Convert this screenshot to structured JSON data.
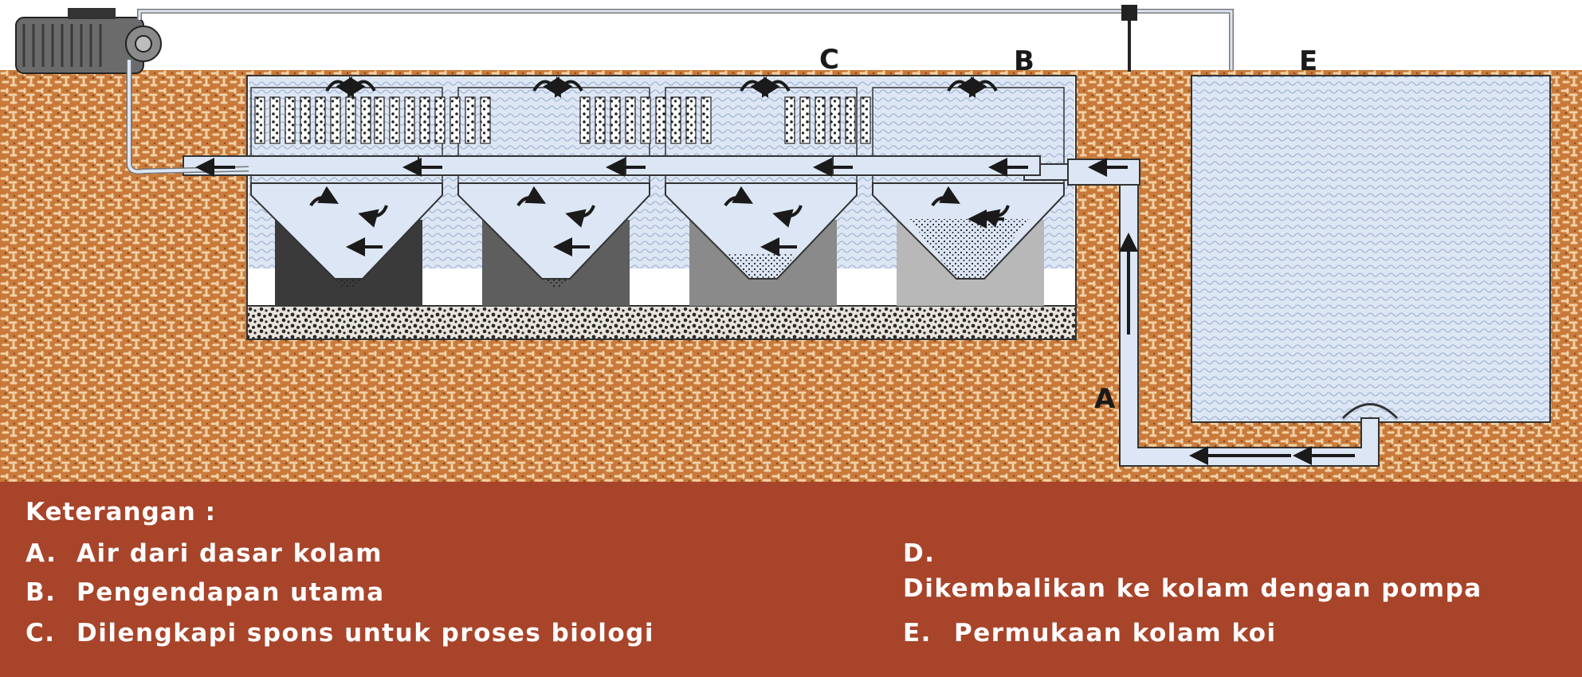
{
  "labels": {
    "a": "A",
    "b": "B",
    "c": "C",
    "e": "E"
  },
  "legend": {
    "title": "Keterangan :",
    "items": [
      {
        "key": "A.",
        "text": "Air dari dasar kolam"
      },
      {
        "key": "B.",
        "text": "Pengendapan utama"
      },
      {
        "key": "C.",
        "text": "Dilengkapi spons untuk proses biologi"
      },
      {
        "key": "D.",
        "text": "Dikembalikan ke kolam dengan pompa"
      },
      {
        "key": "E.",
        "text": "Permukaan kolam koi"
      }
    ]
  },
  "colors": {
    "soil": "#c97a3a",
    "water": "#dce6f4",
    "legend_background": "#a8442a",
    "legend_text": "#ffffff"
  }
}
